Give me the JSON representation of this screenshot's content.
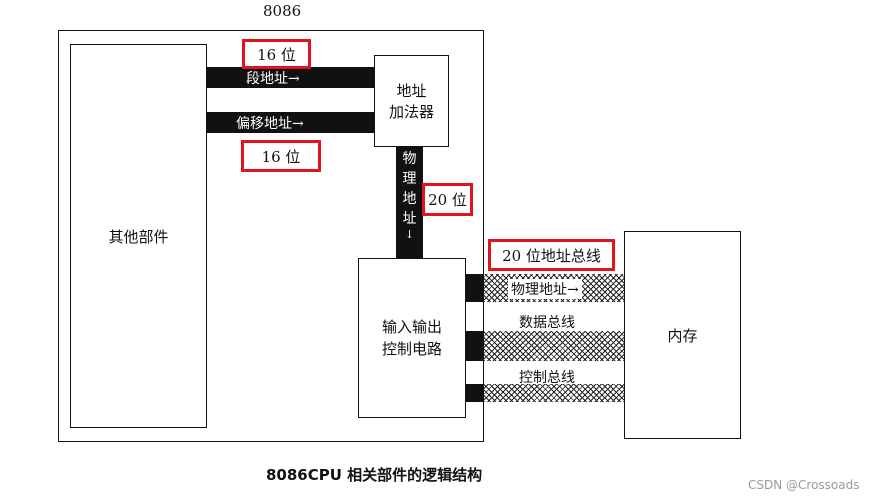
{
  "diagram": {
    "title": "8086",
    "other_components": "其他部件",
    "adder": {
      "line1": "地址",
      "line2": "加法器"
    },
    "segment_address": "段地址",
    "offset_address": "偏移地址",
    "physical_address_vertical": "物理地址",
    "io_circuit": {
      "line1": "输入输出",
      "line2": "控制电路"
    },
    "memory": "内存",
    "bus": {
      "address_bus_label": "物理地址",
      "data_bus_label": "数据总线",
      "control_bus_label": "控制总线"
    },
    "annotations": {
      "seg_bits": "16 位",
      "offset_bits": "16 位",
      "physical_bits": "20 位",
      "address_bus": "20 位地址总线"
    },
    "arrow": "→",
    "caption": "8086CPU 相关部件的逻辑结构"
  },
  "watermark": "CSDN @Crossoads",
  "colors": {
    "annotation_border": "#e0141e",
    "bus_black": "#111111"
  }
}
